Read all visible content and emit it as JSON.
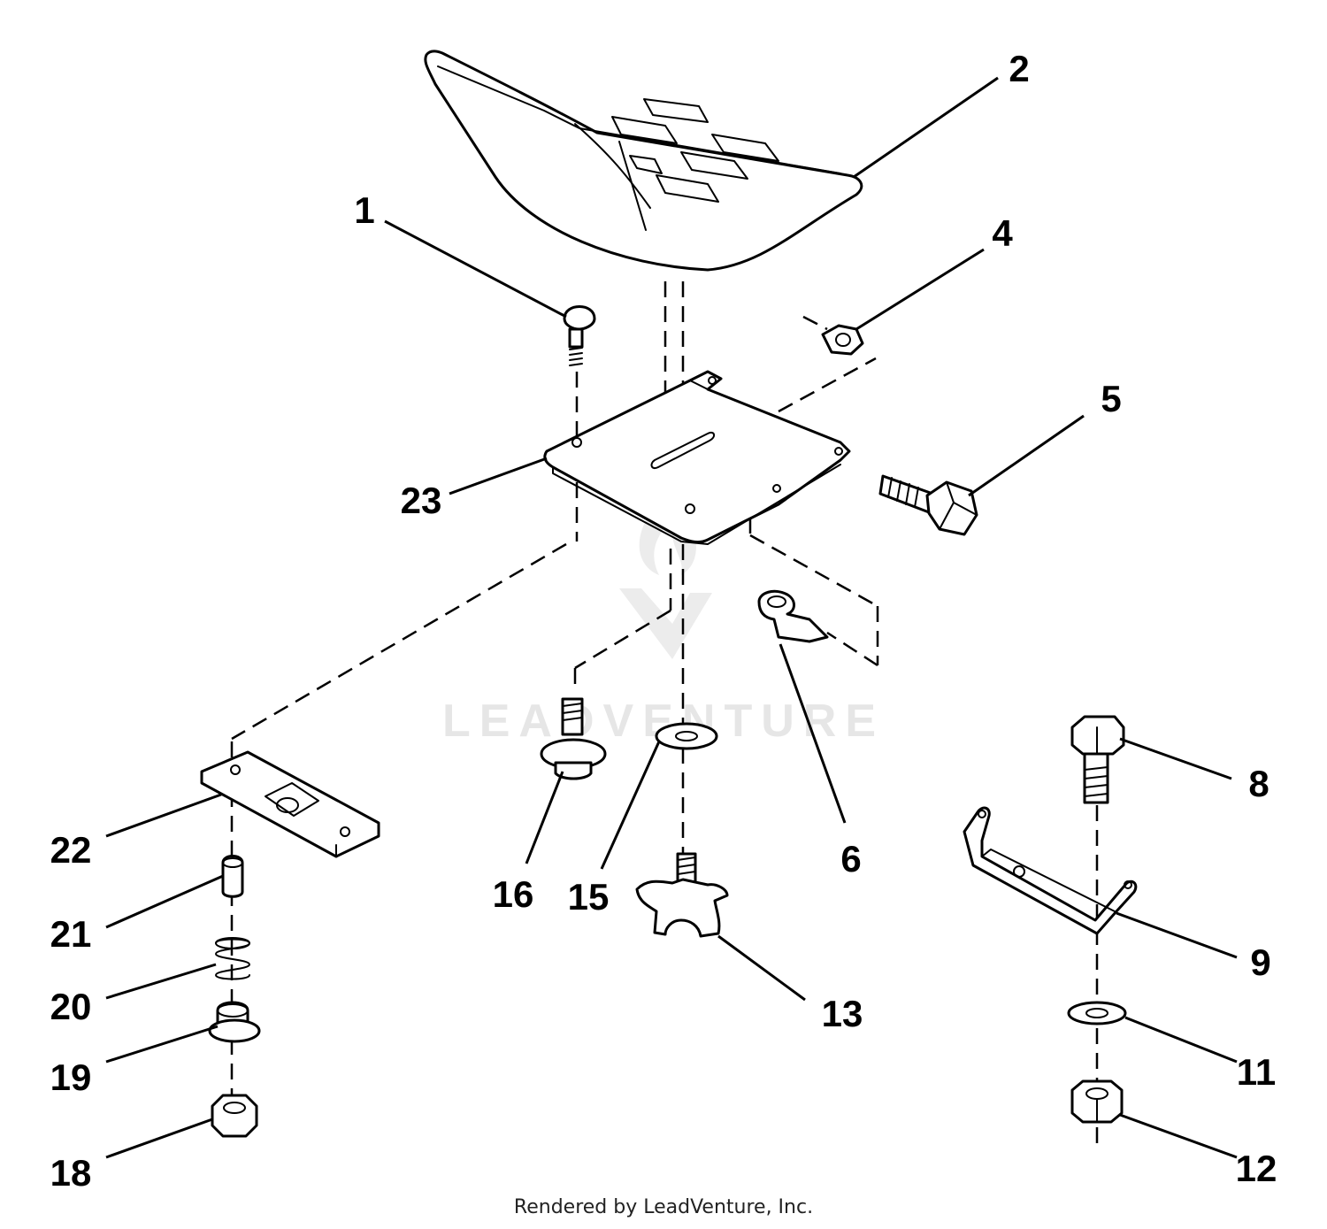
{
  "callouts": [
    "1",
    "2",
    "4",
    "5",
    "6",
    "8",
    "9",
    "11",
    "12",
    "13",
    "15",
    "16",
    "18",
    "19",
    "20",
    "21",
    "22",
    "23"
  ],
  "watermark": "LEADVENTURE",
  "footer": "Rendered by LeadVenture, Inc."
}
